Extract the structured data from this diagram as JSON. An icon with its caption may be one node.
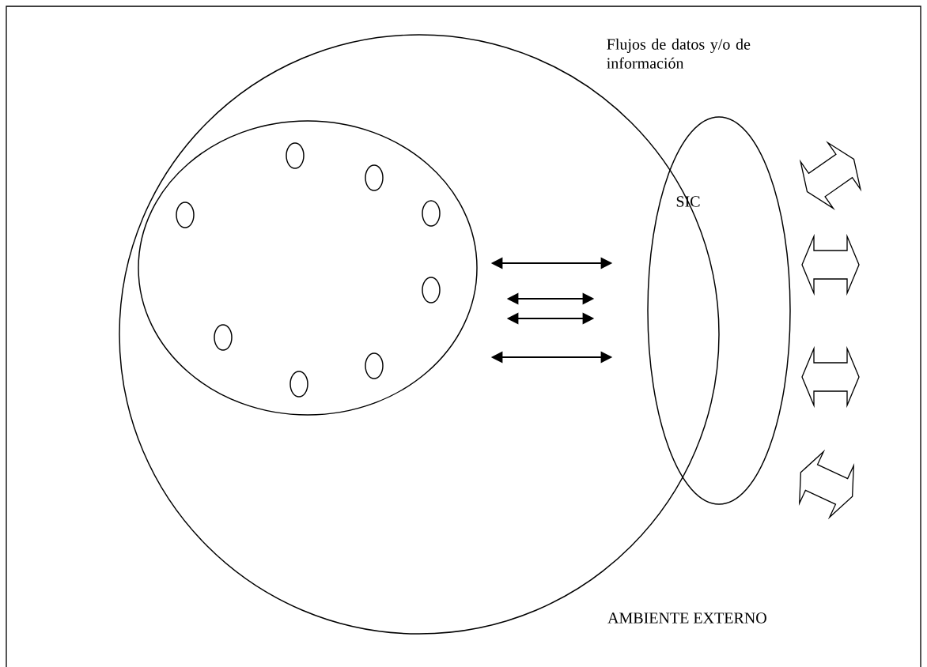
{
  "diagram": {
    "nodes": [
      {
        "text": [],
        "shape": "circle"
      },
      {
        "text": [],
        "shape": "circle",
        "in": 0
      },
      {
        "text": [],
        "shape": "circle",
        "in": 1
      },
      {
        "text": [],
        "shape": "circle",
        "in": 1
      },
      {
        "text": [],
        "shape": "circle",
        "in": 1
      },
      {
        "text": [],
        "shape": "circle",
        "in": 1
      },
      {
        "text": [],
        "shape": "circle",
        "in": 1
      },
      {
        "text": [],
        "shape": "circle",
        "in": 1
      },
      {
        "text": [],
        "shape": "circle",
        "in": 1
      },
      {
        "text": [],
        "shape": "circle",
        "in": 1
      },
      {
        "text": [
          "SIC"
        ]
      }
    ],
    "edges": [
      {
        "from": 1,
        "to": 10,
        "arrow": "both"
      },
      {
        "from": 1,
        "to": 10,
        "arrow": "both"
      },
      {
        "from": 1,
        "to": 10,
        "arrow": "both"
      },
      {
        "from": 1,
        "to": 10,
        "arrow": "both"
      },
      {
        "from": 10,
        "to": null,
        "arrow": "both"
      },
      {
        "from": 10,
        "to": null,
        "arrow": "both"
      },
      {
        "from": 10,
        "to": null,
        "arrow": "both"
      },
      {
        "from": 10,
        "to": null,
        "arrow": "both"
      }
    ],
    "labels": [
      "Flujos de datos y/o de información",
      "AMBIENTE EXTERNO"
    ]
  }
}
